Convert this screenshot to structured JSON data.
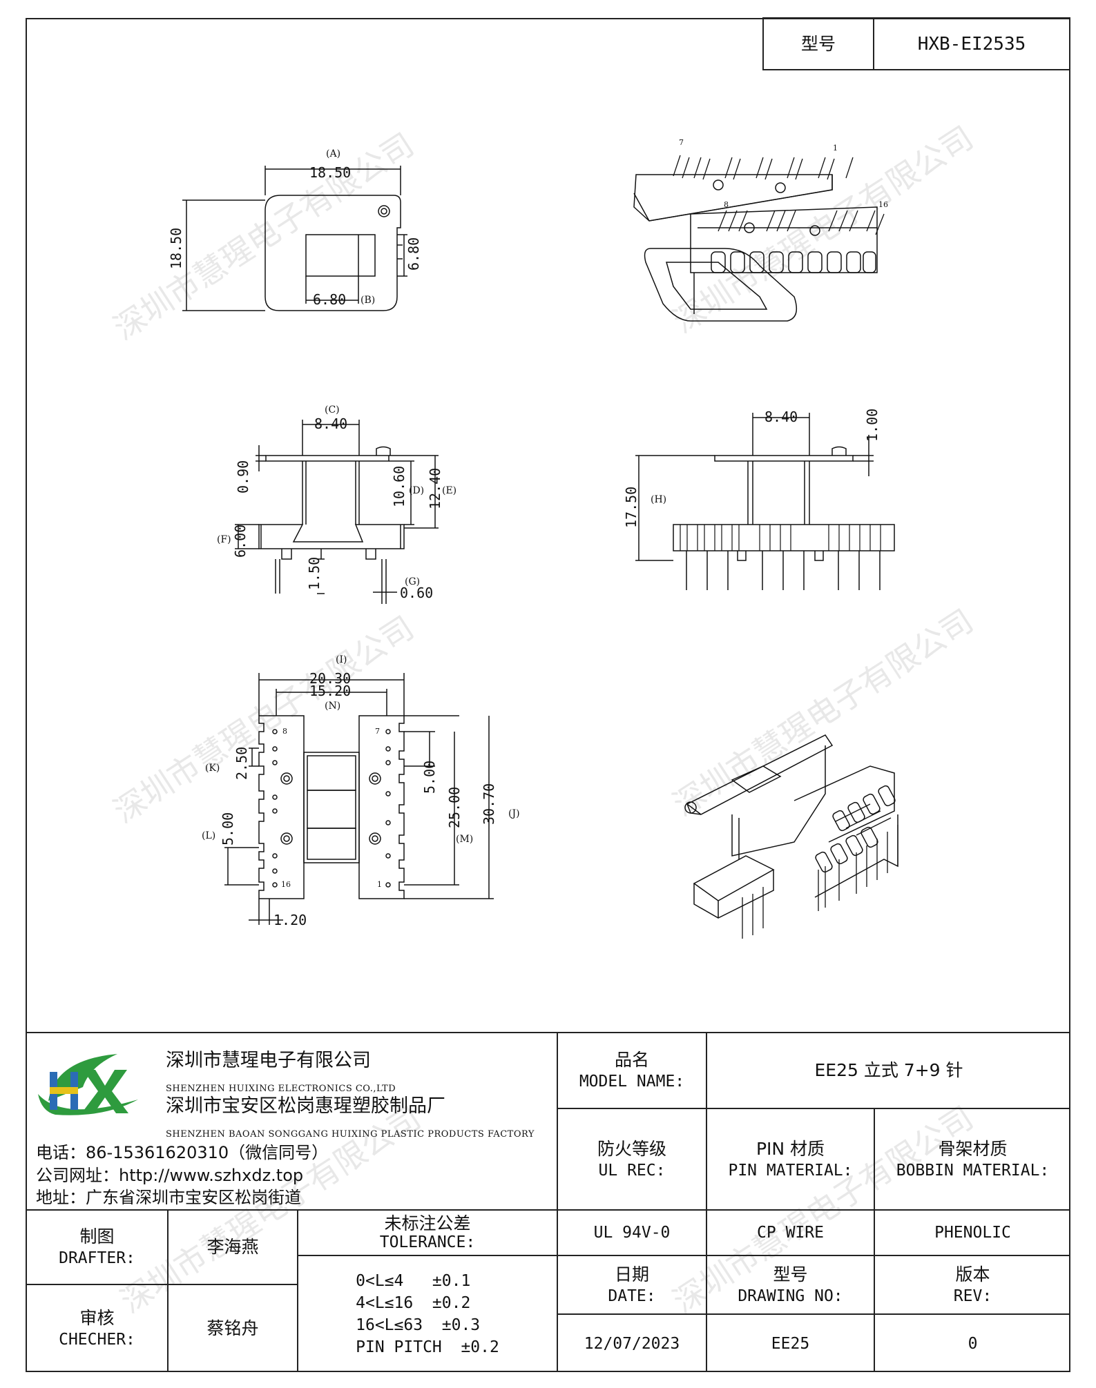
{
  "header": {
    "model_label": "型号",
    "model_value": "HXB-EI2535"
  },
  "watermark": "深圳市慧瑆电子有限公司",
  "drawing": {
    "top_view": {
      "dim_a": "18.50",
      "tag_a": "(A)",
      "dim_left": "18.50",
      "dim_b": "6.80",
      "tag_b": "(B)",
      "dim_right": "6.80"
    },
    "iso_top": {
      "pin_7": "7",
      "pin_1": "1",
      "pin_8": "8",
      "pin_16": "16"
    },
    "side_view": {
      "tag_c": "(C)",
      "dim_c": "8.40",
      "dim_090": "0.90",
      "dim_d": "10.60",
      "tag_d": "(D)",
      "dim_e": "12.40",
      "tag_e": "(E)",
      "tag_f": "(F)",
      "dim_f": "6.00",
      "dim_150": "1.50",
      "tag_g": "(G)",
      "dim_g": "0.60"
    },
    "front_view": {
      "dim_top": "8.40",
      "dim_100": "1.00",
      "dim_h": "17.50",
      "tag_h": "(H)"
    },
    "bottom_view": {
      "tag_i": "(I)",
      "dim_i": "20.30",
      "dim_n": "15.20",
      "tag_n": "(N)",
      "tag_k": "(K)",
      "dim_k": "2.50",
      "tag_l": "(L)",
      "dim_l": "5.00",
      "dim_120": "1.20",
      "dim_500": "5.00",
      "dim_m": "25.00",
      "tag_m": "(M)",
      "dim_j": "30.70",
      "tag_j": "(J)",
      "pin_8": "8",
      "pin_16": "16",
      "pin_7": "7",
      "pin_1": "1"
    }
  },
  "company": {
    "name_cn": "深圳市慧瑆电子有限公司",
    "name_en": "SHENZHEN HUIXING ELECTRONICS CO.,LTD",
    "factory_cn": "深圳市宝安区松岗惠瑆塑胶制品厂",
    "factory_en": "SHENZHEN BAOAN SONGGANG HUIXING PLASTIC PRODUCTS FACTORY",
    "phone": "电话：86-15361620310（微信同号）",
    "website": "公司网址：http://www.szhxdz.top",
    "address": "地址：广东省深圳市宝安区松岗街道",
    "logo_text": "HX",
    "colors": {
      "logo_green": "#2e9b3e",
      "logo_yellow": "#e6c21a",
      "logo_blue": "#2b6cb5"
    }
  },
  "titleblock": {
    "model_name_cn": "品名",
    "model_name_en": "MODEL NAME:",
    "model_name_value": "EE25 立式 7+9 针",
    "ul_cn": "防火等级",
    "ul_en": "UL REC:",
    "pin_cn": "PIN 材质",
    "pin_en": "PIN MATERIAL:",
    "bobbin_cn": "骨架材质",
    "bobbin_en": "BOBBIN MATERIAL:",
    "ul_value": "UL 94V-0",
    "pin_value": "CP WIRE",
    "bobbin_value": "PHENOLIC",
    "drafter_cn": "制图",
    "drafter_en": "DRAFTER:",
    "drafter_name": "李海燕",
    "checker_cn": "审核",
    "checker_en": "CHECHER:",
    "checker_name": "蔡铭舟",
    "tolerance_cn": "未标注公差",
    "tolerance_en": "TOLERANCE:",
    "tolerance_lines": [
      "0<L≤4   ±0.1",
      "4<L≤16  ±0.2",
      "16<L≤63  ±0.3",
      "PIN PITCH  ±0.2"
    ],
    "date_cn": "日期",
    "date_en": "DATE:",
    "date_value": "12/07/2023",
    "drawing_no_cn": "型号",
    "drawing_no_en": "DRAWING NO:",
    "drawing_no_value": "EE25",
    "rev_cn": "版本",
    "rev_en": "REV:",
    "rev_value": "0"
  }
}
